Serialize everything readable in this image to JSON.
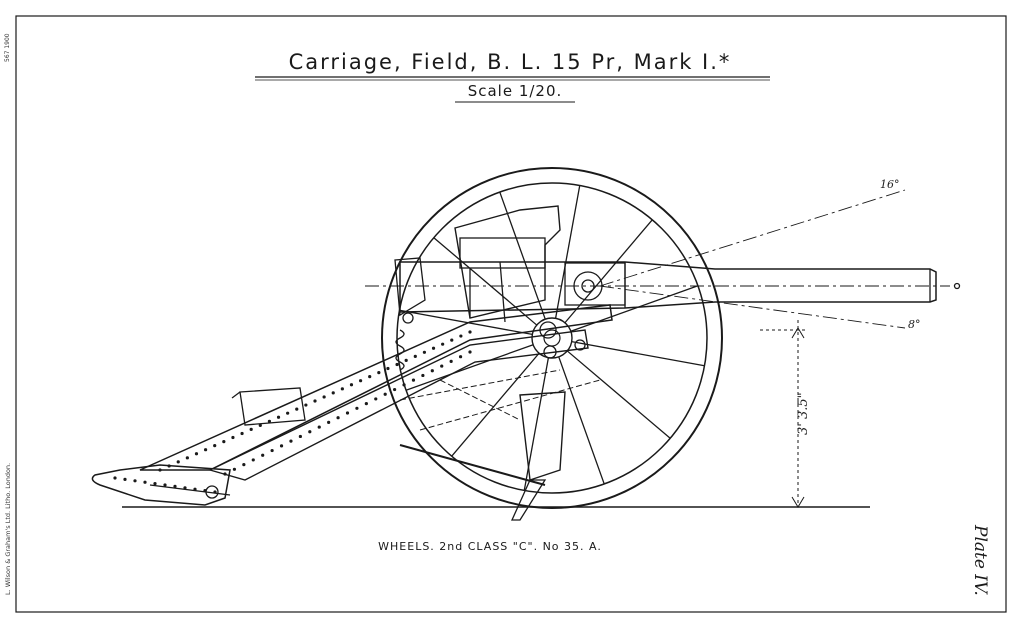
{
  "title": "Carriage,   Field,   B. L.  15 Pr,   Mark I.*",
  "scale": "Scale 1/20.",
  "wheels_note": "WHEELS. 2nd CLASS \"C\". No 35. A.",
  "plate": "Plate IV.",
  "printer_imprint": "L. Wilson & Graham's Ltd. Litho. London.",
  "stamp": "567 1900",
  "elevation_upper": "16°",
  "elevation_lower": "8°",
  "height_dimension": "3' 3.5\""
}
